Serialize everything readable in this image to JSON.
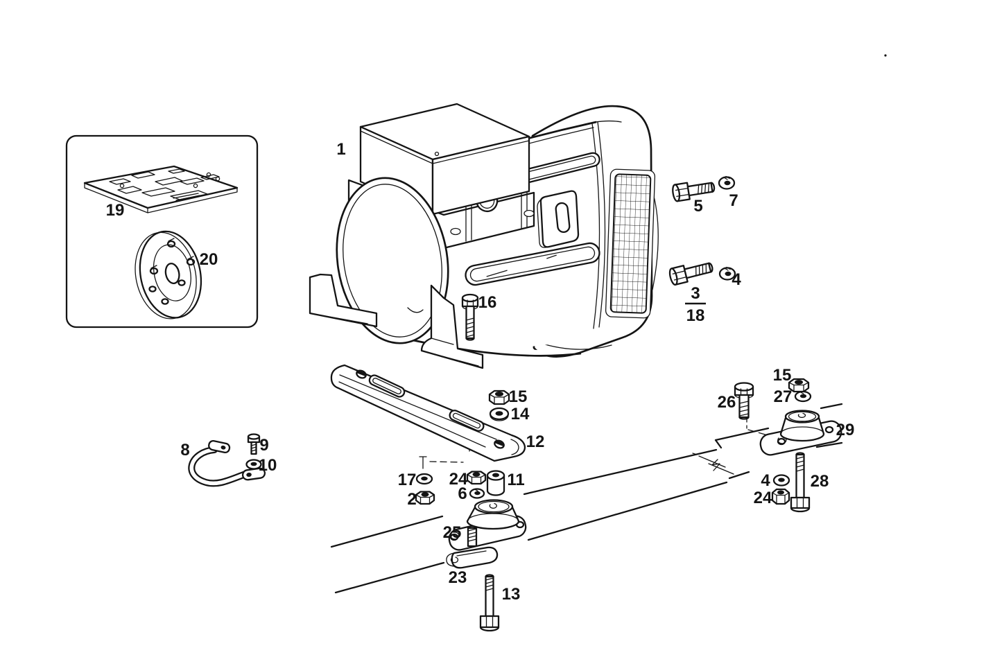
{
  "figure": {
    "kind": "exploded-parts-diagram",
    "subject": "generator / alternator assembly with mounting hardware",
    "background_color": "#ffffff",
    "line_color": "#141414"
  },
  "callouts": [
    {
      "label": "1",
      "part": "generator-assembly"
    },
    {
      "label": "19",
      "part": "regulator-circuit-board"
    },
    {
      "label": "20",
      "part": "adapter-disc"
    },
    {
      "label": "5",
      "part": "hex-bolt"
    },
    {
      "label": "7",
      "part": "lock-washer"
    },
    {
      "label": "3",
      "part": "hex-bolt-fraction-top"
    },
    {
      "label": "18",
      "part": "hex-bolt-fraction-bottom"
    },
    {
      "label": "4",
      "part": "washer"
    },
    {
      "label": "16",
      "part": "hex-bolt"
    },
    {
      "label": "15",
      "part": "hex-nut"
    },
    {
      "label": "14",
      "part": "washer"
    },
    {
      "label": "12",
      "part": "mounting-rail"
    },
    {
      "label": "8",
      "part": "ground-strap"
    },
    {
      "label": "9",
      "part": "screw"
    },
    {
      "label": "10",
      "part": "washer"
    },
    {
      "label": "17",
      "part": "washer"
    },
    {
      "label": "24",
      "part": "hex-nut"
    },
    {
      "label": "11",
      "part": "spacer-sleeve"
    },
    {
      "label": "2",
      "part": "hex-nut"
    },
    {
      "label": "6",
      "part": "lock-washer"
    },
    {
      "label": "25",
      "part": "vibration-damper"
    },
    {
      "label": "23",
      "part": "clamp-plate-with-stud"
    },
    {
      "label": "13",
      "part": "hex-bolt-long"
    },
    {
      "label": "26",
      "part": "hex-bolt"
    },
    {
      "label": "15",
      "part": "hex-nut"
    },
    {
      "label": "27",
      "part": "lock-washer"
    },
    {
      "label": "29",
      "part": "vibration-damper"
    },
    {
      "label": "4",
      "part": "washer"
    },
    {
      "label": "24",
      "part": "hex-nut"
    },
    {
      "label": "28",
      "part": "hex-bolt-long"
    }
  ]
}
